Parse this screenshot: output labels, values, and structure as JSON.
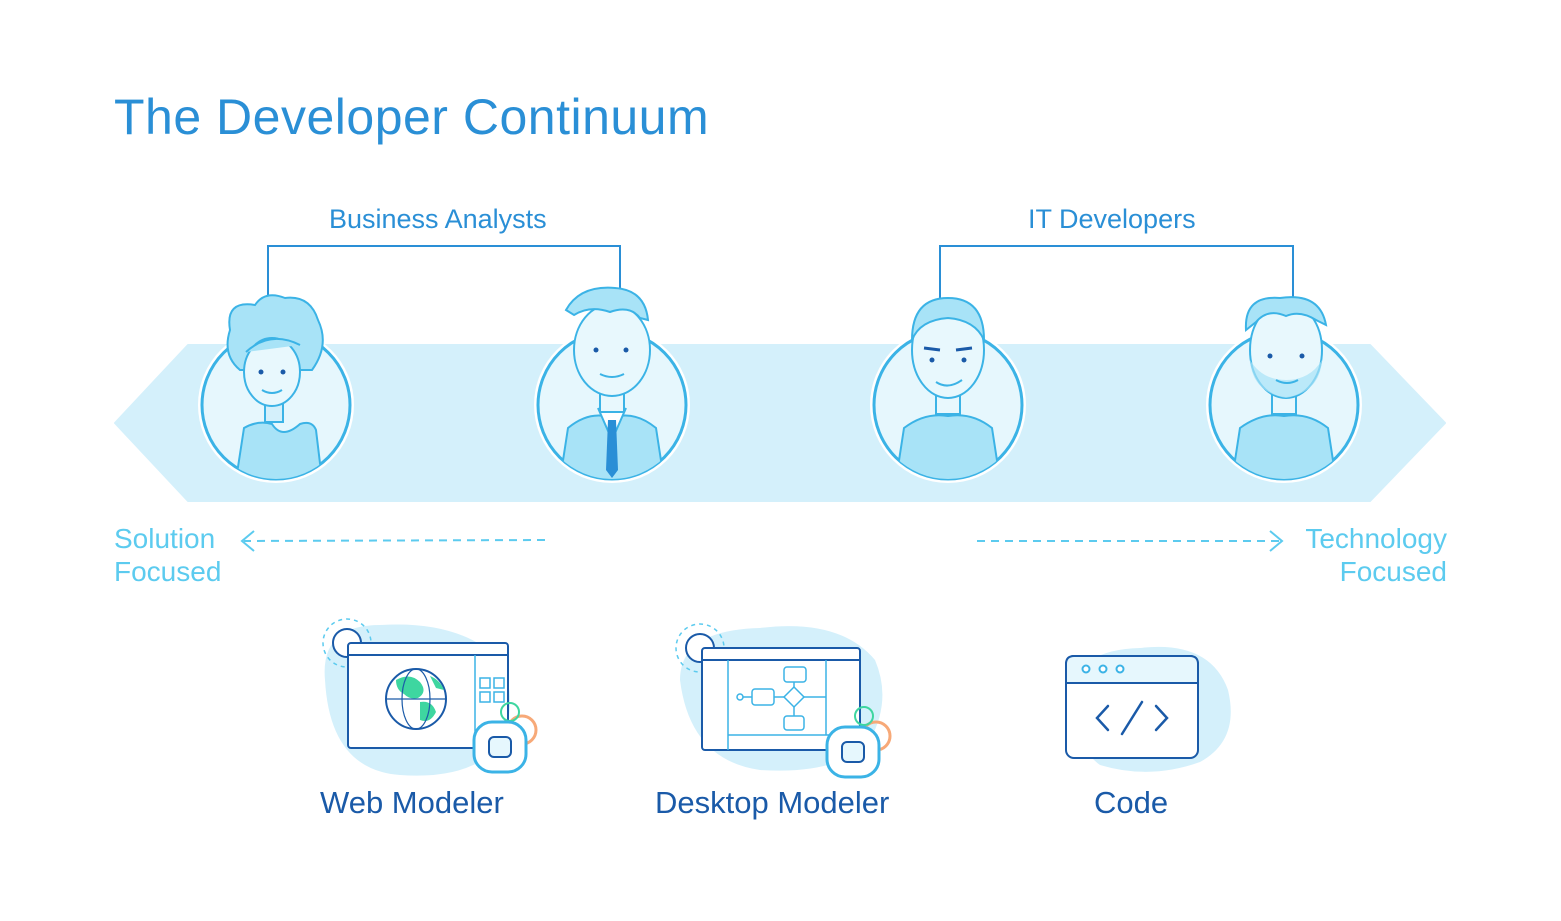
{
  "title": "The Developer Continuum",
  "groups": {
    "left": "Business Analysts",
    "right": "IT Developers"
  },
  "axis": {
    "left_line1": "Solution",
    "left_line2": "Focused",
    "right_line1": "Technology",
    "right_line2": "Focused"
  },
  "tools": [
    {
      "label": "Web Modeler",
      "icon": "globe-window-icon"
    },
    {
      "label": "Desktop Modeler",
      "icon": "flowchart-window-icon"
    },
    {
      "label": "Code",
      "icon": "code-window-icon"
    }
  ],
  "personas": [
    {
      "icon": "analyst-woman-avatar"
    },
    {
      "icon": "analyst-man-suit-avatar"
    },
    {
      "icon": "developer-man-avatar"
    },
    {
      "icon": "developer-bearded-man-avatar"
    }
  ],
  "colors": {
    "title": "#2a8fd6",
    "band": "#d4f0fb",
    "stroke": "#3bb3e6",
    "edge_text": "#5ccbef",
    "tool_text": "#1a5aa8",
    "globe_land": "#3ed6a0"
  }
}
